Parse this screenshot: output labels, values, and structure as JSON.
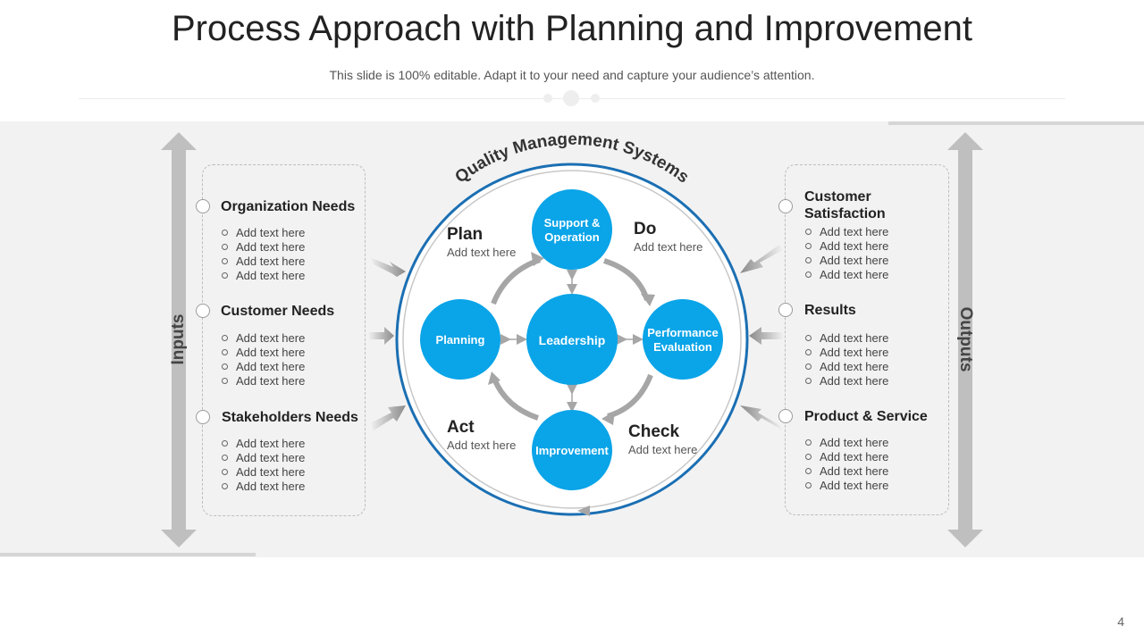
{
  "header": {
    "title": "Process Approach with Planning and Improvement",
    "subtitle": "This slide is 100% editable. Adapt it to your need and capture your audience’s attention."
  },
  "inputs": {
    "label": "Inputs",
    "groups": [
      {
        "heading": "Organization Needs",
        "items": [
          "Add text here",
          "Add text here",
          "Add text here",
          "Add text here"
        ]
      },
      {
        "heading": "Customer Needs",
        "items": [
          "Add text here",
          "Add text here",
          "Add text here",
          "Add text here"
        ]
      },
      {
        "heading": "Stakeholders Needs",
        "items": [
          "Add text here",
          "Add text here",
          "Add text here",
          "Add text here"
        ]
      }
    ]
  },
  "outputs": {
    "label": "Outputs",
    "groups": [
      {
        "heading_line1": "Customer",
        "heading_line2": "Satisfaction",
        "items": [
          "Add text here",
          "Add text here",
          "Add text here",
          "Add text here"
        ]
      },
      {
        "heading_line1": "Results",
        "items": [
          "Add text here",
          "Add text here",
          "Add text here",
          "Add text here"
        ]
      },
      {
        "heading_line1": "Product & Service",
        "items": [
          "Add text here",
          "Add text here",
          "Add text here",
          "Add text here"
        ]
      }
    ]
  },
  "qms": {
    "arc_title": "Quality Management Systems",
    "center": "Leadership",
    "nodes": {
      "top_line1": "Support &",
      "top_line2": "Operation",
      "left": "Planning",
      "right_line1": "Performance",
      "right_line2": "Evaluation",
      "bottom": "Improvement"
    },
    "phases": {
      "plan": {
        "heading": "Plan",
        "text": "Add text here"
      },
      "do": {
        "heading": "Do",
        "text": "Add text here"
      },
      "act": {
        "heading": "Act",
        "text": "Add text here"
      },
      "check": {
        "heading": "Check",
        "text": "Add text here"
      }
    }
  },
  "colors": {
    "node_blue": "#0aa4e8",
    "ring_blue": "#1b6fb3",
    "arrow_grey": "#a6a6a6",
    "band_grey": "#f2f2f2"
  },
  "footer": {
    "page_number": "4"
  }
}
